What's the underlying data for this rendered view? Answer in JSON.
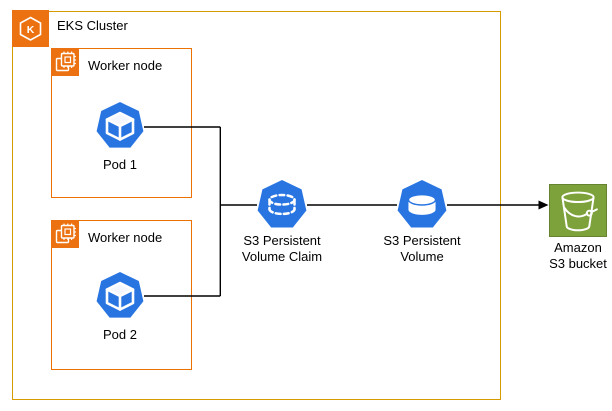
{
  "cluster": {
    "label": "EKS Cluster",
    "icon_letter": "K"
  },
  "worker_nodes": [
    {
      "label": "Worker node",
      "pod_label": "Pod 1"
    },
    {
      "label": "Worker node",
      "pod_label": "Pod 2"
    }
  ],
  "pvc": {
    "line1": "S3 Persistent",
    "line2": "Volume Claim"
  },
  "pv": {
    "line1": "S3 Persistent",
    "line2": "Volume"
  },
  "bucket": {
    "line1": "Amazon",
    "line2": "S3 bucket"
  },
  "icons": {
    "cluster": "eks-kubernetes-hexagon-icon",
    "worker": "compute-chip-icon",
    "pod": "kubernetes-pod-cube-icon",
    "pvc": "dashed-cylinder-volume-claim-icon",
    "pv": "solid-cylinder-volume-icon",
    "bucket": "s3-bucket-icon"
  },
  "colors": {
    "cluster_border": "#D79B00",
    "worker_border": "#ED7100",
    "icon_orange": "#EC7211",
    "k8s_blue": "#2875E2",
    "s3_green": "#7DA23B",
    "connector": "#000000"
  }
}
